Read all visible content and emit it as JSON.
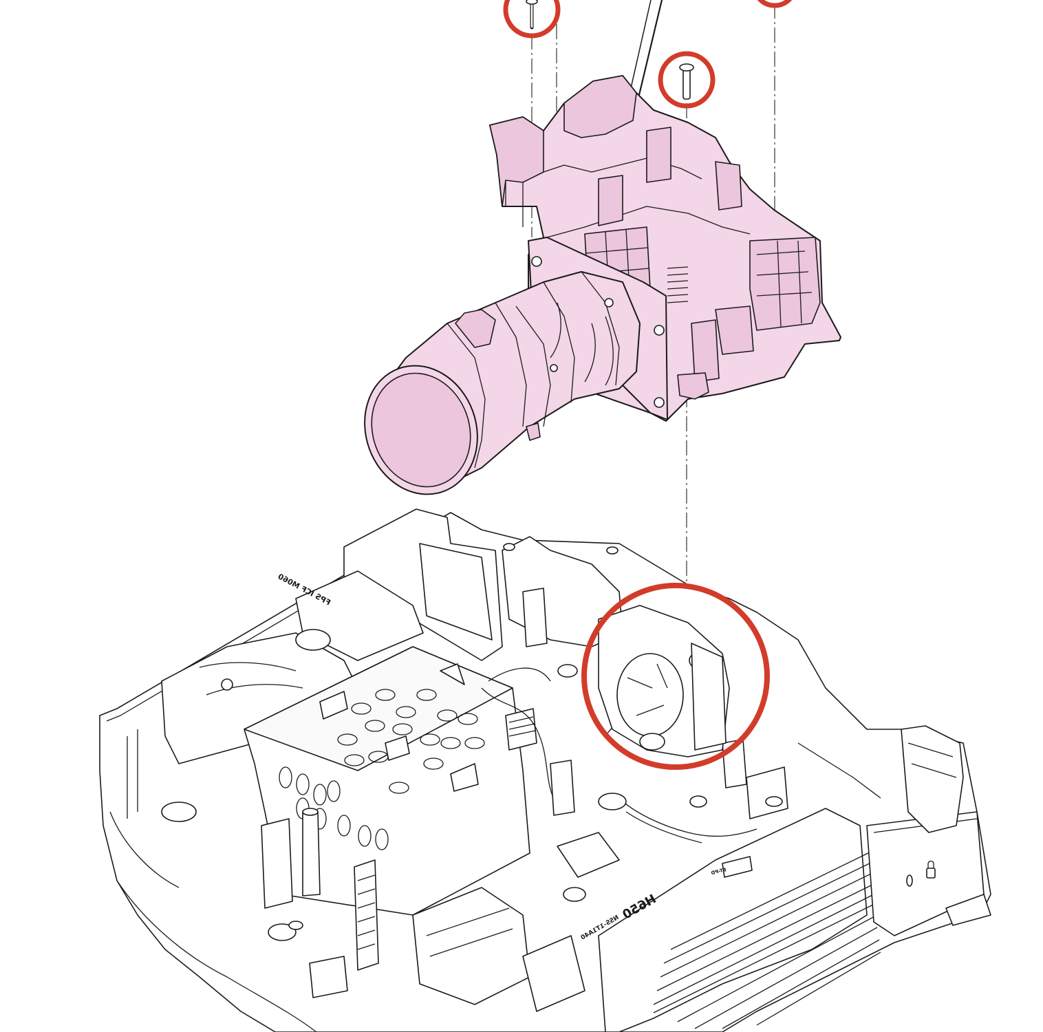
{
  "diagram": {
    "colors": {
      "highlight_ring": "#d23c2a",
      "removed_part_fill": "#f3d6e7",
      "line": "#1a1a1a",
      "background": "#ffffff"
    },
    "printed_labels": {
      "duct_label": "FPS ICF M060",
      "cover_label_main": "H650",
      "cover_label_small": "NSS-1T1A40",
      "connector_label": "ET-PD"
    },
    "icons": [
      "screw-icon",
      "lock-icon"
    ]
  }
}
